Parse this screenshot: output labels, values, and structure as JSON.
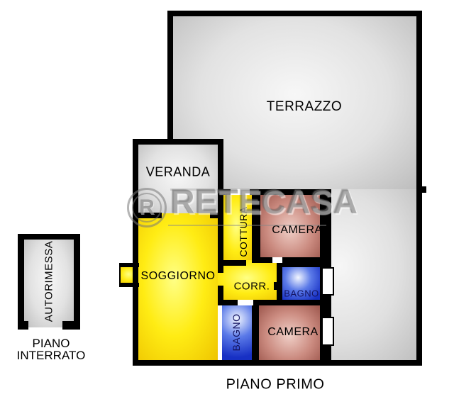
{
  "floor_plan": {
    "labels": {
      "terrazzo": "TERRAZZO",
      "veranda": "VERANDA",
      "soggiorno": "SOGGIORNO",
      "cottura": "COTTURA",
      "camera1": "CAMERA",
      "corridor": "CORR.",
      "bagno1": "BAGNO",
      "bagno2": "BAGNO",
      "camera2": "CAMERA",
      "autorimessa": "AUTORIMESSA"
    },
    "captions": {
      "first_floor": "PIANO PRIMO",
      "basement": "PIANO INTERRATO"
    },
    "watermark": {
      "registered_letter": "R",
      "brand": "RETECASA"
    },
    "colors": {
      "wall": "#000000",
      "terrace_gray": "#d9d9d9",
      "living_yellow": "#ffe814",
      "bedroom_red": "#a95c52",
      "bath_blue": "#2240cc",
      "background": "#ffffff"
    }
  }
}
